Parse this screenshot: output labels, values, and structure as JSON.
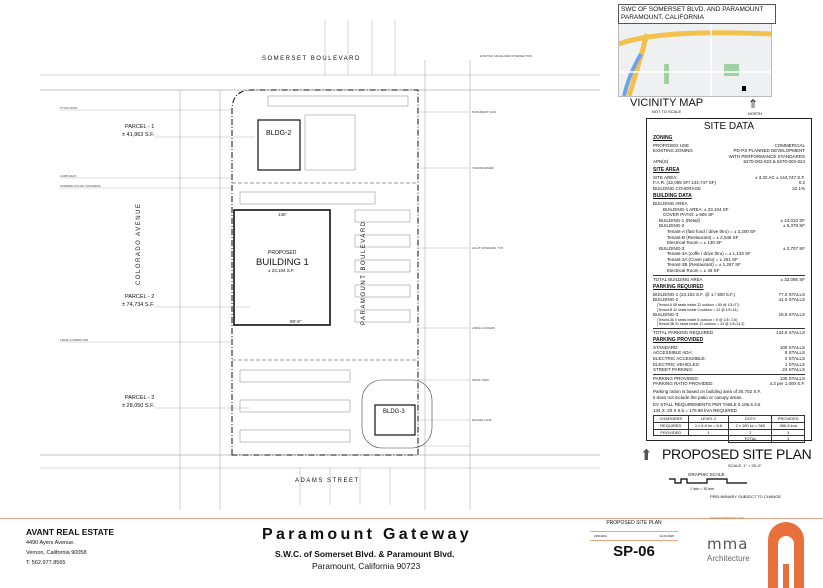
{
  "vicinity_map": {
    "location_line1": "SWC OF SOMERSET BLVD. AND PARAMOUNT",
    "location_line2": "PARAMOUNT, CALIFORNIA",
    "title": "VICINITY MAP",
    "subtitle": "NOT TO SCALE",
    "north": "NORTH"
  },
  "site_plan": {
    "streets": {
      "north": "SOMERSET BOULEVARD",
      "west": "COLORADO AVENUE",
      "east": "PARAMOUNT BOULEVARD",
      "south": "ADAMS STREET"
    },
    "parcels": [
      {
        "label": "PARCEL - 1",
        "area": "± 41,963 S.F."
      },
      {
        "label": "PARCEL - 2",
        "area": "± 74,734 S.F."
      },
      {
        "label": "PARCEL - 3",
        "area": "± 28,050 S.F."
      }
    ],
    "building1": {
      "pre": "PROPOSED",
      "name": "BUILDING 1",
      "area": "± 23,104 S.F.",
      "dim_top": "140'",
      "dim_bottom": "99'-5\""
    },
    "building2": {
      "name": "BLDG-2"
    },
    "building3": {
      "name": "BLDG-3"
    },
    "callouts": [
      "PYLON SIGN",
      "CURB RACK",
      "STAMPED COLOR CONCRETE",
      "TRASH COMPACTOR",
      "MONUMENT SIGN",
      "TRANSFORMER",
      "LIGHT STANDARD, TYP.",
      "2-BIKE LOCKERS",
      "DRIVE-THRU",
      "ESCAPE LANE",
      "EXISTING SIGNALIZED INTERSECTION"
    ]
  },
  "site_data": {
    "title": "SITE DATA",
    "zoning": {
      "heading": "ZONING",
      "rows": [
        [
          "PROPOSED USE",
          "COMMERCIAL"
        ],
        [
          "EXISTING ZONING",
          "PD-PS PLANNED DEVELOPMENT"
        ],
        [
          "",
          "WITH PERFORMANCE STANDARDS"
        ],
        [
          "APN(S)",
          "6270-002-023 & 6270-002-024"
        ]
      ]
    },
    "site_area": {
      "heading": "SITE AREA",
      "rows": [
        [
          "SITE AREA:",
          "± 3.32 AC     ± 144,747 S.F."
        ],
        [
          "F.A.R. (32,095 SF/ 144,747 SF)",
          "0.2"
        ],
        [
          "BUILDING COVERAGE",
          "22.1%"
        ]
      ]
    },
    "building_data": {
      "heading": "BUILDING DATA",
      "rows": [
        [
          0,
          "BUILDING AREA",
          ""
        ],
        [
          2,
          "BUILDING-1 AREA:    ± 23,104 SF",
          ""
        ],
        [
          2,
          "COVER PATIO:         ± 906 SF",
          ""
        ],
        [
          1,
          "BUILDING-1 (Retail)",
          "± 24,010 SF"
        ],
        [
          1,
          "BUILDING-2",
          "± 5,378 SF"
        ],
        [
          3,
          "Tenant-A (fast food / drive thru)  =  ± 3,200 SF",
          ""
        ],
        [
          3,
          "Tenant-B (Restaurant)              =  ± 2,048 SF",
          ""
        ],
        [
          3,
          "Electrical Room                    =  ± 130 SF",
          ""
        ],
        [
          1,
          "BUILDING-3",
          "± 2,707 SF"
        ],
        [
          3,
          "Tenant-3A (coffe / drive thru)     =  ± 1,133 SF",
          ""
        ],
        [
          3,
          "Tenant-3A (Cover patio)            =  ± 261 SF",
          ""
        ],
        [
          3,
          "Tenant-3B (Restaurant)             =  ± 1,267 SF",
          ""
        ],
        [
          3,
          "Electrical Room                    =  ± 46 SF",
          ""
        ]
      ],
      "total": [
        "TOTAL BUILDING AREA",
        "± 32,095 SF"
      ]
    },
    "parking_required": {
      "heading": "PARKING REQUIRED",
      "rows": [
        [
          "BUILDING-1  (23,104 S.F. @ 1 / 300 S.F.)",
          "77.0 STALLS",
          false
        ],
        [
          "BUILDING-2",
          "41.0 STALLS",
          false
        ],
        [
          "(Tenant-A 58 seats inside 22 outdoor = 80 @ 1/3=27)",
          "",
          true
        ],
        [
          "(Tenant-B 42 seats inside 0 outdoor  = 42 @ 1/3=14)",
          "",
          true
        ],
        [
          "BUILDING-3",
          "16.9 STALLS",
          false
        ],
        [
          "(Tenant-3A 0 seats inside 8 outdoor    = 8 @ 1/3= 2.6)",
          "",
          true
        ],
        [
          "(Tenant-3B 31 seats inside 12 outdoor = 43 @ 1/3=14.3)",
          "",
          true
        ]
      ],
      "total": [
        "TOTAL PARKING REQUIRED",
        "134.9 STALLS"
      ]
    },
    "parking_provided": {
      "heading": "PARKING PROVIDED",
      "rows": [
        [
          "STANDARD:",
          "100 STALLS"
        ],
        [
          "ACCESSIBLE ADA:",
          "8 STALLS"
        ],
        [
          "ELECTRIC ACCESSIBLE:",
          "2 STALLS"
        ],
        [
          "ELECTRIC VEHICLES:",
          "1 STALLS"
        ],
        [
          "STREET PARKING:",
          "24 STALLS"
        ]
      ],
      "totals": [
        [
          "PARKING PROVIDED:",
          "135 STALLS"
        ],
        [
          "PARKING RATIO PROVIDED:",
          "4.3 per 1,000 S.F."
        ]
      ]
    },
    "notes": [
      "Parking ration is based on building area of 30,752 S.F.",
      "it does not include the patio or canopy areas.",
      "EV STALL REQUIREMENTS PER TABLE 5.106.5.3.6",
      "134 X .20 X 6.6 = 176.88 kVA REQUIRED"
    ],
    "ev_table": {
      "header": [
        "CHARGERS",
        "LEVEL 2",
        "DCFC",
        "PROVIDED"
      ],
      "rows": [
        [
          "REQUIRED",
          "1 x 6.6 kv = 6.6",
          "2 x 180 kv = 360",
          "366.6 kva"
        ],
        [
          "PROVIDED",
          "1",
          "2",
          "3"
        ],
        [
          "",
          "",
          "TOTAL",
          "3"
        ]
      ]
    }
  },
  "plan_title": {
    "title": "PROPOSED SITE PLAN",
    "scale": "SCALE: 1\" = 30'-0\"",
    "graphic_scale": "GRAPHIC SCALE",
    "scale_note": "1 inch = 30 feet",
    "note": "PRELIMINARY SUBJECT TO CHANGE"
  },
  "title_block": {
    "client": {
      "name": "AVANT REAL ESTATE",
      "address1": "4490 Ayers Avenue.",
      "address2": "Vernon, California 90058",
      "phone": "T: 562.977.8565"
    },
    "project": {
      "name": "Paramount Gateway",
      "location": "S.W.C. of Somerset Blvd. & Paramount Blvd.",
      "city": "Paramount, California 90723"
    },
    "sheet": {
      "title": "PROPOSED SITE PLAN",
      "job": "23013MA",
      "date": "11.06.2025",
      "number": "SP-06"
    },
    "architect": {
      "website": "mmaarchitecture.com",
      "logo_text": "mma",
      "name": "Architecture"
    }
  },
  "colors": {
    "accent": "#e8703a",
    "line": "#222222",
    "rule": "#e8a58a"
  }
}
